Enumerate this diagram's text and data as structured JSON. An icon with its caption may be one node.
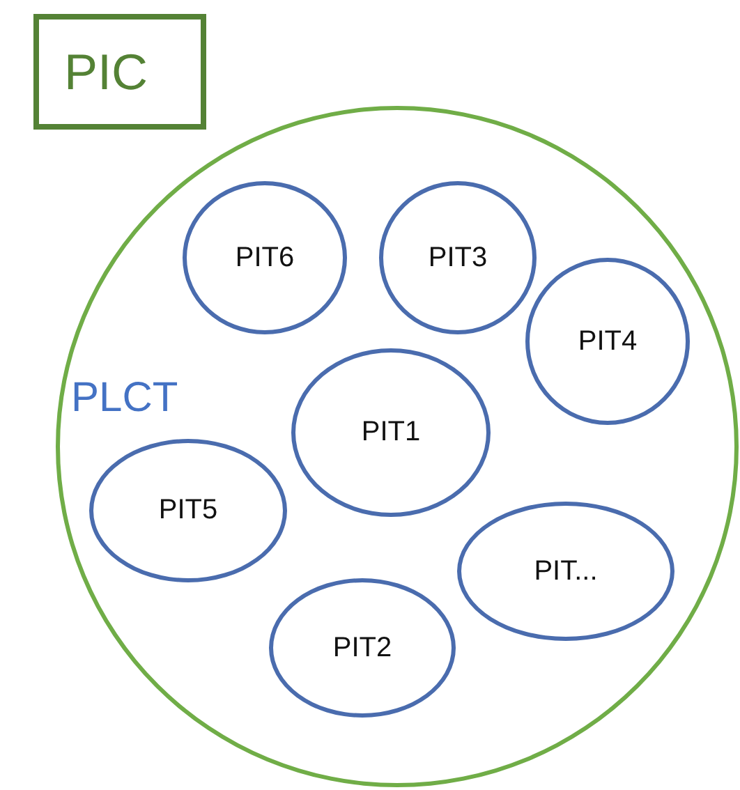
{
  "diagram": {
    "nodes": [
      {
        "text": [
          "PIC"
        ]
      },
      {
        "text": [
          "PLCT"
        ]
      },
      {
        "text": [
          "PIT6"
        ],
        "in": 1
      },
      {
        "text": [
          "PIT3"
        ],
        "in": 1
      },
      {
        "text": [
          "PIT4"
        ],
        "in": 1
      },
      {
        "text": [
          "PIT1"
        ],
        "in": 1
      },
      {
        "text": [
          "PIT5"
        ],
        "in": 1
      },
      {
        "text": [
          "PIT..."
        ],
        "in": 1
      },
      {
        "text": [
          "PIT2"
        ],
        "in": 1
      }
    ]
  }
}
